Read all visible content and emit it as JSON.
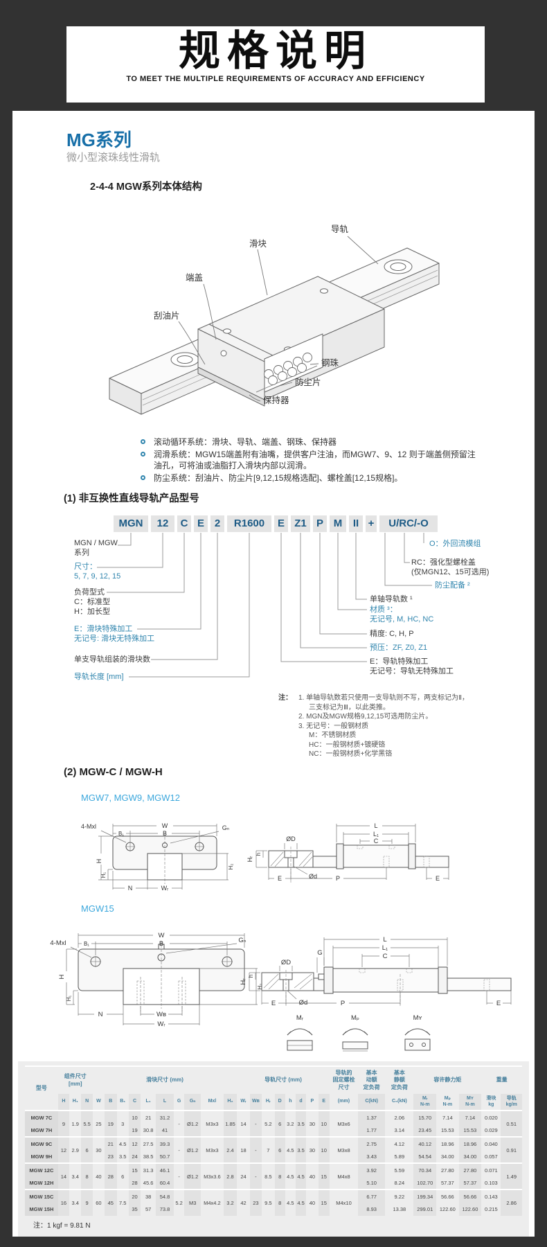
{
  "page": {
    "banner": {
      "title": "规格说明",
      "subtitle": "TO MEET THE MULTIPLE REQUIREMENTS OF ACCURACY AND EFFICIENCY"
    },
    "series": {
      "title": "MG系列",
      "subtitle": "微小型滚珠线性滑轨"
    },
    "section1": {
      "heading": "2-4-4 MGW系列本体结构"
    },
    "iso_labels": {
      "rail": "导轨",
      "block": "滑块",
      "endcap": "端盖",
      "wiper": "刮油片",
      "balls": "钢珠",
      "dust": "防尘片",
      "retainer": "保持器"
    },
    "bullets": [
      "滚动循环系统：滑块、导轨、端盖、钢珠、保持器",
      "润滑系统：MGW15端盖附有油嘴，提供客户注油，而MGW7、9、12 则于端盖侧预留注油孔，可将油或油脂打入滑块内部以润滑。",
      "防尘系统：刮油片、防尘片[9,12,15规格选配]、螺栓盖[12,15规格]。"
    ],
    "model_section": {
      "heading": "(1) 非互换性直线导轨产品型号",
      "segments": [
        "MGN",
        "12",
        "C",
        "E",
        "2",
        "R1600",
        "E",
        "Z1",
        "P",
        "M",
        "II",
        "+",
        "U/RC/-O"
      ],
      "left": [
        {
          "lines": [
            "MGN / MGW",
            "系列"
          ]
        },
        {
          "lines": [
            "尺寸：",
            "5, 7, 9, 12, 15"
          ]
        },
        {
          "lines": [
            "负荷型式",
            "C：标准型",
            "H：加长型"
          ]
        },
        {
          "lines": [
            "E：滑块特殊加工",
            "无记号: 滑块无特殊加工"
          ]
        },
        {
          "lines": [
            "单支导轨组装的滑块数"
          ]
        },
        {
          "lines": [
            "导轨长度 [mm]"
          ]
        }
      ],
      "right": [
        {
          "lines": [
            "O：外回流模组"
          ]
        },
        {
          "lines": [
            "RC：强化型螺栓盖",
            "(仅MGN12、15可选用)"
          ]
        },
        {
          "lines": [
            "防尘配备 ²"
          ]
        },
        {
          "lines": [
            "单轴导轨数 ¹"
          ]
        },
        {
          "lines": [
            "材质 ³：",
            "无记号, M, HC, NC"
          ]
        },
        {
          "lines": [
            "精度: C, H, P"
          ]
        },
        {
          "lines": [
            "预压：ZF, Z0, Z1"
          ]
        },
        {
          "lines": [
            "E：导轨特殊加工",
            "无记号：导轨无特殊加工"
          ]
        }
      ],
      "notes_label": "注：",
      "notes": [
        {
          "text": "1. 单轴导轨数若只使用一支导轨则不写，两支标记为Ⅱ，",
          "indent": 0
        },
        {
          "text": "三支标记为Ⅲ，以此类推。",
          "indent": 1
        },
        {
          "text": "2. MGN及MGW规格9,12,15可选用防尘片。",
          "indent": 0
        },
        {
          "text": "3. 无记号：一般钢材质",
          "indent": 0
        },
        {
          "text": "M：不锈钢材质",
          "indent": 1
        },
        {
          "text": "HC：一般钢材质+镀硬铬",
          "indent": 1
        },
        {
          "text": "NC：一般钢材质+化学黑铬",
          "indent": 1
        }
      ]
    },
    "section2": {
      "heading": "(2) MGW-C / MGW-H",
      "drawing1_label": "MGW7, MGW9, MGW12",
      "drawing2_label": "MGW15"
    },
    "dims": {
      "W": "W",
      "B": "B",
      "B1": "B₁",
      "Gn": "Gₙ",
      "four_mxl": "4-Mxl",
      "H": "H",
      "H1": "H₁",
      "H2": "H₂",
      "N": "N",
      "WR": "Wᵣ",
      "WB": "Wʙ",
      "L": "L",
      "L1": "L₁",
      "C": "C",
      "OD": "ØD",
      "Od": "Ød",
      "HR": "Hᵣ",
      "h": "h",
      "E": "E",
      "P": "P",
      "G": "G",
      "MR": "Mᵣ",
      "MP": "Mₚ",
      "MY": "Mʏ"
    }
  },
  "table": {
    "header": {
      "model": "型号",
      "groups": [
        {
          "label": "组件尺寸\n[mm]",
          "subs": [
            "H",
            "H₁",
            "N"
          ]
        },
        {
          "label": "滑块尺寸 (mm)",
          "subs": [
            "W",
            "B",
            "B₁",
            "C",
            "L₁",
            "L",
            "G",
            "Gₙ",
            "Mxl",
            "H₂"
          ]
        },
        {
          "label": "导轨尺寸 (mm)",
          "subs": [
            "Wᵣ",
            "Wʙ",
            "Hᵣ",
            "D",
            "h",
            "d",
            "P",
            "E"
          ]
        },
        {
          "label": "导轨的\n固定螺栓\n尺寸",
          "subs": [
            "(mm)"
          ]
        },
        {
          "label": "基本\n动额\n定负荷",
          "subs": [
            "C(kN)"
          ]
        },
        {
          "label": "基本\n静额\n定负荷",
          "subs": [
            "C₀(kN)"
          ]
        },
        {
          "label": "容许静力矩",
          "subs": [
            "Mᵣ\nN-m",
            "Mₚ\nN-m",
            "Mʏ\nN-m"
          ]
        },
        {
          "label": "重量",
          "subs": [
            "滑块\nkg",
            "导轨\nkg/m"
          ]
        }
      ]
    },
    "col_keys": [
      "H",
      "H1",
      "N",
      "W",
      "B",
      "B1",
      "C",
      "L1",
      "L",
      "G",
      "Gn",
      "Mxl",
      "H2",
      "WR",
      "WB",
      "HR",
      "D",
      "h",
      "d",
      "P",
      "E",
      "bolt",
      "Ck",
      "C0k",
      "MR",
      "MP",
      "MY",
      "wb",
      "wr"
    ],
    "groups": [
      {
        "shared": {
          "H": "9",
          "H1": "1.9",
          "N": "5.5",
          "W": "25",
          "B": "19",
          "B1": "3",
          "G": "-",
          "Gn": "Ø1.2",
          "Mxl": "M3x3",
          "H2": "1.85",
          "WR": "14",
          "WB": "-",
          "HR": "5.2",
          "D": "6",
          "h": "3.2",
          "d": "3.5",
          "P": "30",
          "E": "10",
          "bolt": "M3x6",
          "wr": "0.51"
        },
        "rows": [
          {
            "model": "MGW 7C",
            "cells": {
              "C": "10",
              "L1": "21",
              "L": "31.2",
              "Ck": "1.37",
              "C0k": "2.06",
              "MR": "15.70",
              "MP": "7.14",
              "MY": "7.14",
              "wb": "0.020"
            }
          },
          {
            "model": "MGW 7H",
            "cells": {
              "C": "19",
              "L1": "30.8",
              "L": "41",
              "Ck": "1.77",
              "C0k": "3.14",
              "MR": "23.45",
              "MP": "15.53",
              "MY": "15.53",
              "wb": "0.029"
            }
          }
        ]
      },
      {
        "shared": {
          "H": "12",
          "H1": "2.9",
          "N": "6",
          "W": "30",
          "G": "-",
          "Gn": "Ø1.2",
          "Mxl": "M3x3",
          "H2": "2.4",
          "WR": "18",
          "WB": "-",
          "HR": "7",
          "D": "6",
          "h": "4.5",
          "d": "3.5",
          "P": "30",
          "E": "10",
          "bolt": "M3x8",
          "wr": "0.91"
        },
        "rows": [
          {
            "model": "MGW 9C",
            "cells": {
              "B": "21",
              "B1": "4.5",
              "C": "12",
              "L1": "27.5",
              "L": "39.3",
              "Ck": "2.75",
              "C0k": "4.12",
              "MR": "40.12",
              "MP": "18.96",
              "MY": "18.96",
              "wb": "0.040"
            }
          },
          {
            "model": "MGW 9H",
            "cells": {
              "B": "23",
              "B1": "3.5",
              "C": "24",
              "L1": "38.5",
              "L": "50.7",
              "Ck": "3.43",
              "C0k": "5.89",
              "MR": "54.54",
              "MP": "34.00",
              "MY": "34.00",
              "wb": "0.057"
            }
          }
        ]
      },
      {
        "shared": {
          "H": "14",
          "H1": "3.4",
          "N": "8",
          "W": "40",
          "B": "28",
          "B1": "6",
          "G": "-",
          "Gn": "Ø1.2",
          "Mxl": "M3x3.6",
          "H2": "2.8",
          "WR": "24",
          "WB": "-",
          "HR": "8.5",
          "D": "8",
          "h": "4.5",
          "d": "4.5",
          "P": "40",
          "E": "15",
          "bolt": "M4x8",
          "wr": "1.49"
        },
        "rows": [
          {
            "model": "MGW 12C",
            "cells": {
              "C": "15",
              "L1": "31.3",
              "L": "46.1",
              "Ck": "3.92",
              "C0k": "5.59",
              "MR": "70.34",
              "MP": "27.80",
              "MY": "27.80",
              "wb": "0.071"
            }
          },
          {
            "model": "MGW 12H",
            "cells": {
              "C": "28",
              "L1": "45.6",
              "L": "60.4",
              "Ck": "5.10",
              "C0k": "8.24",
              "MR": "102.70",
              "MP": "57.37",
              "MY": "57.37",
              "wb": "0.103"
            }
          }
        ]
      },
      {
        "shared": {
          "H": "16",
          "H1": "3.4",
          "N": "9",
          "W": "60",
          "B": "45",
          "B1": "7.5",
          "G": "5.2",
          "Gn": "M3",
          "Mxl": "M4x4.2",
          "H2": "3.2",
          "WR": "42",
          "WB": "23",
          "HR": "9.5",
          "D": "8",
          "h": "4.5",
          "d": "4.5",
          "P": "40",
          "E": "15",
          "bolt": "M4x10",
          "wr": "2.86"
        },
        "rows": [
          {
            "model": "MGW 15C",
            "cells": {
              "C": "20",
              "L1": "38",
              "L": "54.8",
              "Ck": "6.77",
              "C0k": "9.22",
              "MR": "199.34",
              "MP": "56.66",
              "MY": "56.66",
              "wb": "0.143"
            }
          },
          {
            "model": "MGW 15H",
            "cells": {
              "C": "35",
              "L1": "57",
              "L": "73.8",
              "Ck": "8.93",
              "C0k": "13.38",
              "MR": "299.01",
              "MP": "122.60",
              "MY": "122.60",
              "wb": "0.215"
            }
          }
        ]
      }
    ],
    "footnote": "注：1 kgf = 9.81 N"
  }
}
